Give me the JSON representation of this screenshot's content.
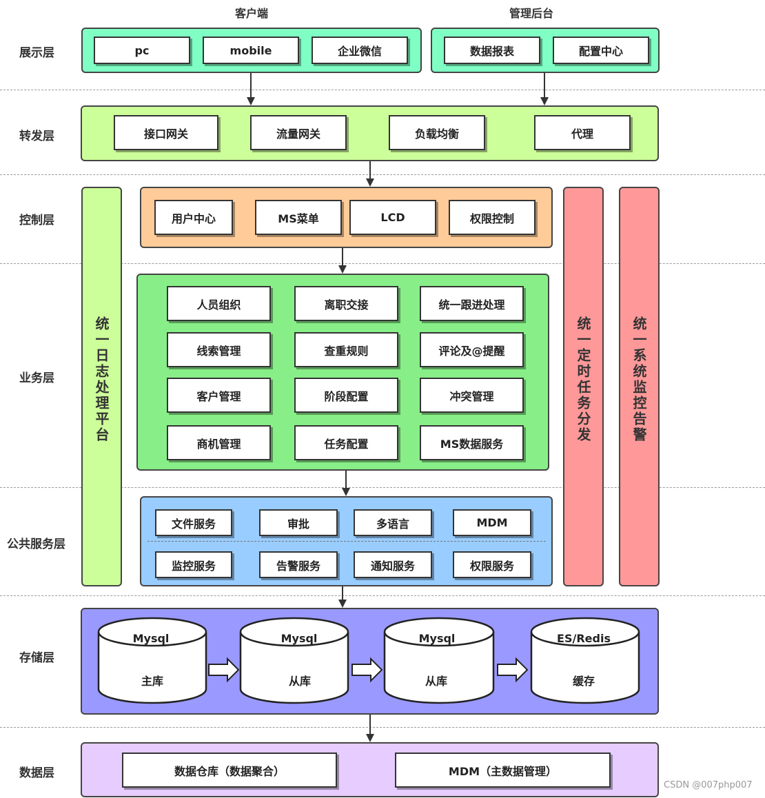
{
  "headers": {
    "client": "客户端",
    "admin": "管理后台"
  },
  "layers": {
    "display": "展示层",
    "forward": "转发层",
    "control": "控制层",
    "business": "业务层",
    "public": "公共服务层",
    "storage": "存储层",
    "data": "数据层"
  },
  "display": {
    "client_items": [
      "pc",
      "mobile",
      "企业微信"
    ],
    "admin_items": [
      "数据报表",
      "配置中心"
    ]
  },
  "forward": {
    "items": [
      "接口网关",
      "流量网关",
      "负载均衡",
      "代理"
    ]
  },
  "control": {
    "items": [
      "用户中心",
      "MS菜单",
      "LCD",
      "权限控制"
    ]
  },
  "business": {
    "items": [
      "人员组织",
      "离职交接",
      "统一跟进处理",
      "线索管理",
      "查重规则",
      "评论及@提醒",
      "客户管理",
      "阶段配置",
      "冲突管理",
      "商机管理",
      "任务配置",
      "MS数据服务"
    ]
  },
  "public": {
    "row1": [
      "文件服务",
      "审批",
      "多语言",
      "MDM"
    ],
    "row2": [
      "监控服务",
      "告警服务",
      "通知服务",
      "权限服务"
    ]
  },
  "side": {
    "log": "统一日志处理平台",
    "task": "统一定时任务分发",
    "monitor": "统一系统监控告警"
  },
  "storage": {
    "cylinders": [
      {
        "top": "Mysql",
        "bottom": "主库"
      },
      {
        "top": "Mysql",
        "bottom": "从库"
      },
      {
        "top": "Mysql",
        "bottom": "从库"
      },
      {
        "top": "ES/Redis",
        "bottom": "缓存"
      }
    ]
  },
  "data": {
    "items": [
      "数据仓库（数据聚合）",
      "MDM（主数据管理）"
    ]
  },
  "watermark": "CSDN @007php007",
  "colors": {
    "display": "#7fffc4",
    "forward": "#ccff99",
    "control": "#ffcc99",
    "business": "#88ee88",
    "public": "#99ccff",
    "side_log": "#ccff99",
    "side_red": "#ff9999",
    "storage": "#9999ff",
    "data": "#e6ccff"
  }
}
